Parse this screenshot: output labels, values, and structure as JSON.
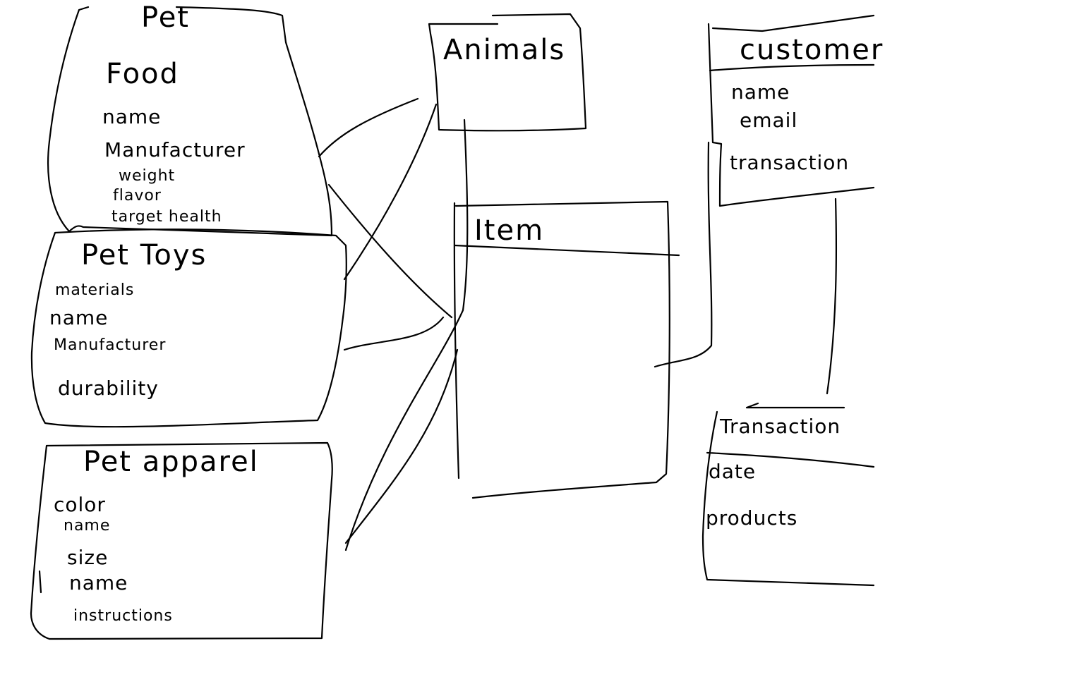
{
  "entities": {
    "pet_food": {
      "title_line1": "Pet",
      "title_line2": "Food",
      "fields": [
        "name",
        "Manufacturer",
        "weight",
        "flavor",
        "target health"
      ]
    },
    "pet_toys": {
      "title": "Pet Toys",
      "fields": [
        "materials",
        "name",
        "Manufacturer",
        "durability"
      ]
    },
    "pet_apparel": {
      "title": "Pet apparel",
      "fields": [
        "color",
        "name",
        "size",
        "name",
        "instructions"
      ]
    },
    "animals": {
      "title": "Animals",
      "fields": []
    },
    "item": {
      "title": "Item",
      "fields": []
    },
    "customer": {
      "title": "customer",
      "fields": [
        "name",
        "email",
        "transaction"
      ]
    },
    "transaction": {
      "title": "Transaction",
      "fields": [
        "date",
        "products"
      ]
    }
  },
  "style": {
    "ink_color": "#000000",
    "background": "#ffffff"
  }
}
